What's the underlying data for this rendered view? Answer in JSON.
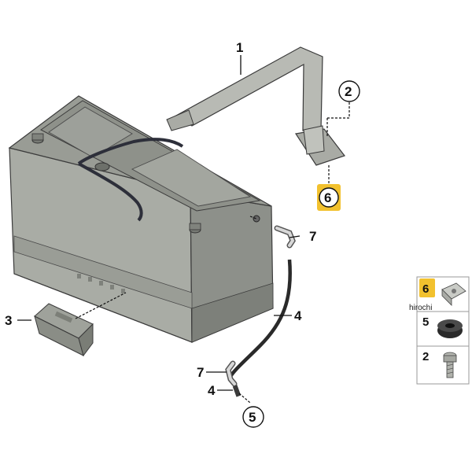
{
  "callouts": {
    "bracket": "1",
    "screw_top": "2",
    "cover": "3",
    "vent_hose": "4",
    "grommet": "5",
    "nut_highlight": "6",
    "elbow_top": "7",
    "elbow_bottom": "7",
    "hose_end": "4",
    "grommet_bottom": "5"
  },
  "legend": {
    "rows": [
      {
        "number": "6",
        "part": "clip-nut",
        "highlighted": true
      },
      {
        "number": "5",
        "part": "grommet",
        "highlighted": false
      },
      {
        "number": "2",
        "part": "screw",
        "highlighted": false
      }
    ]
  },
  "watermark": "hirochi",
  "colors": {
    "highlight": "#f2c12e",
    "battery_body": "#a7aaa3",
    "battery_top": "#8f928b",
    "line": "#111111"
  }
}
